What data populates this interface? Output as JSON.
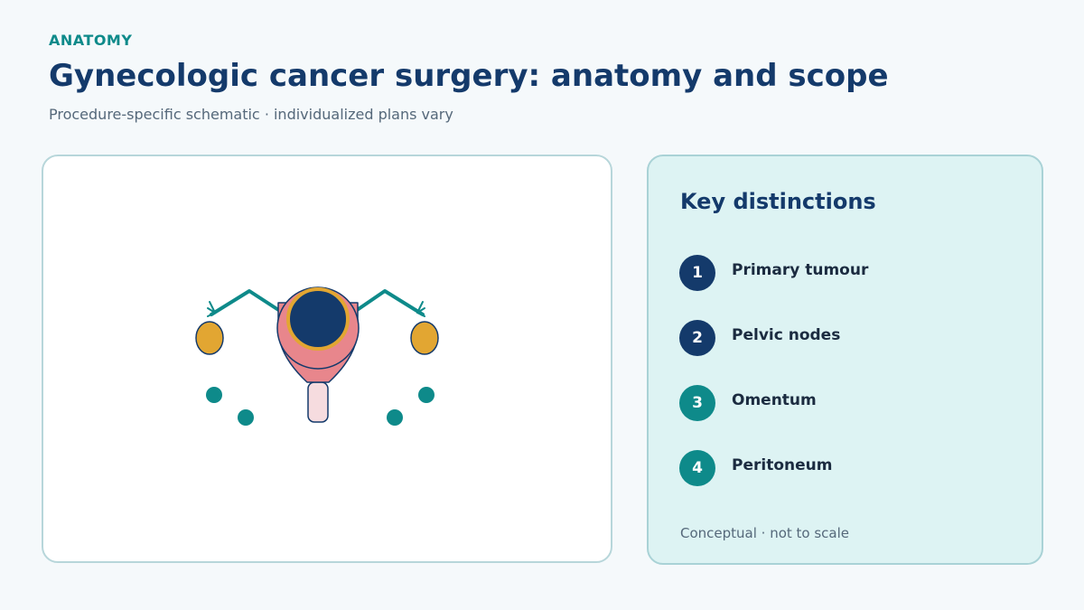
{
  "header": {
    "eyebrow": "ANATOMY",
    "title": "Gynecologic cancer surgery: anatomy and scope",
    "subtitle": "Procedure-specific schematic · individualized plans vary"
  },
  "panel": {
    "title": "Key distinctions",
    "items": [
      {
        "number": "1",
        "label": "Primary tumour",
        "color": "#143a6b"
      },
      {
        "number": "2",
        "label": "Pelvic nodes",
        "color": "#143a6b"
      },
      {
        "number": "3",
        "label": "Omentum",
        "color": "#0e8a8a"
      },
      {
        "number": "4",
        "label": "Peritoneum",
        "color": "#0e8a8a"
      }
    ],
    "footnote": "Conceptual · not to scale"
  },
  "colors": {
    "accent_teal": "#0e8a8a",
    "navy": "#143a6b",
    "uterus_pink": "#e8868c",
    "ovary_gold": "#e2a632",
    "vagina_pale": "#f6dcdf"
  }
}
